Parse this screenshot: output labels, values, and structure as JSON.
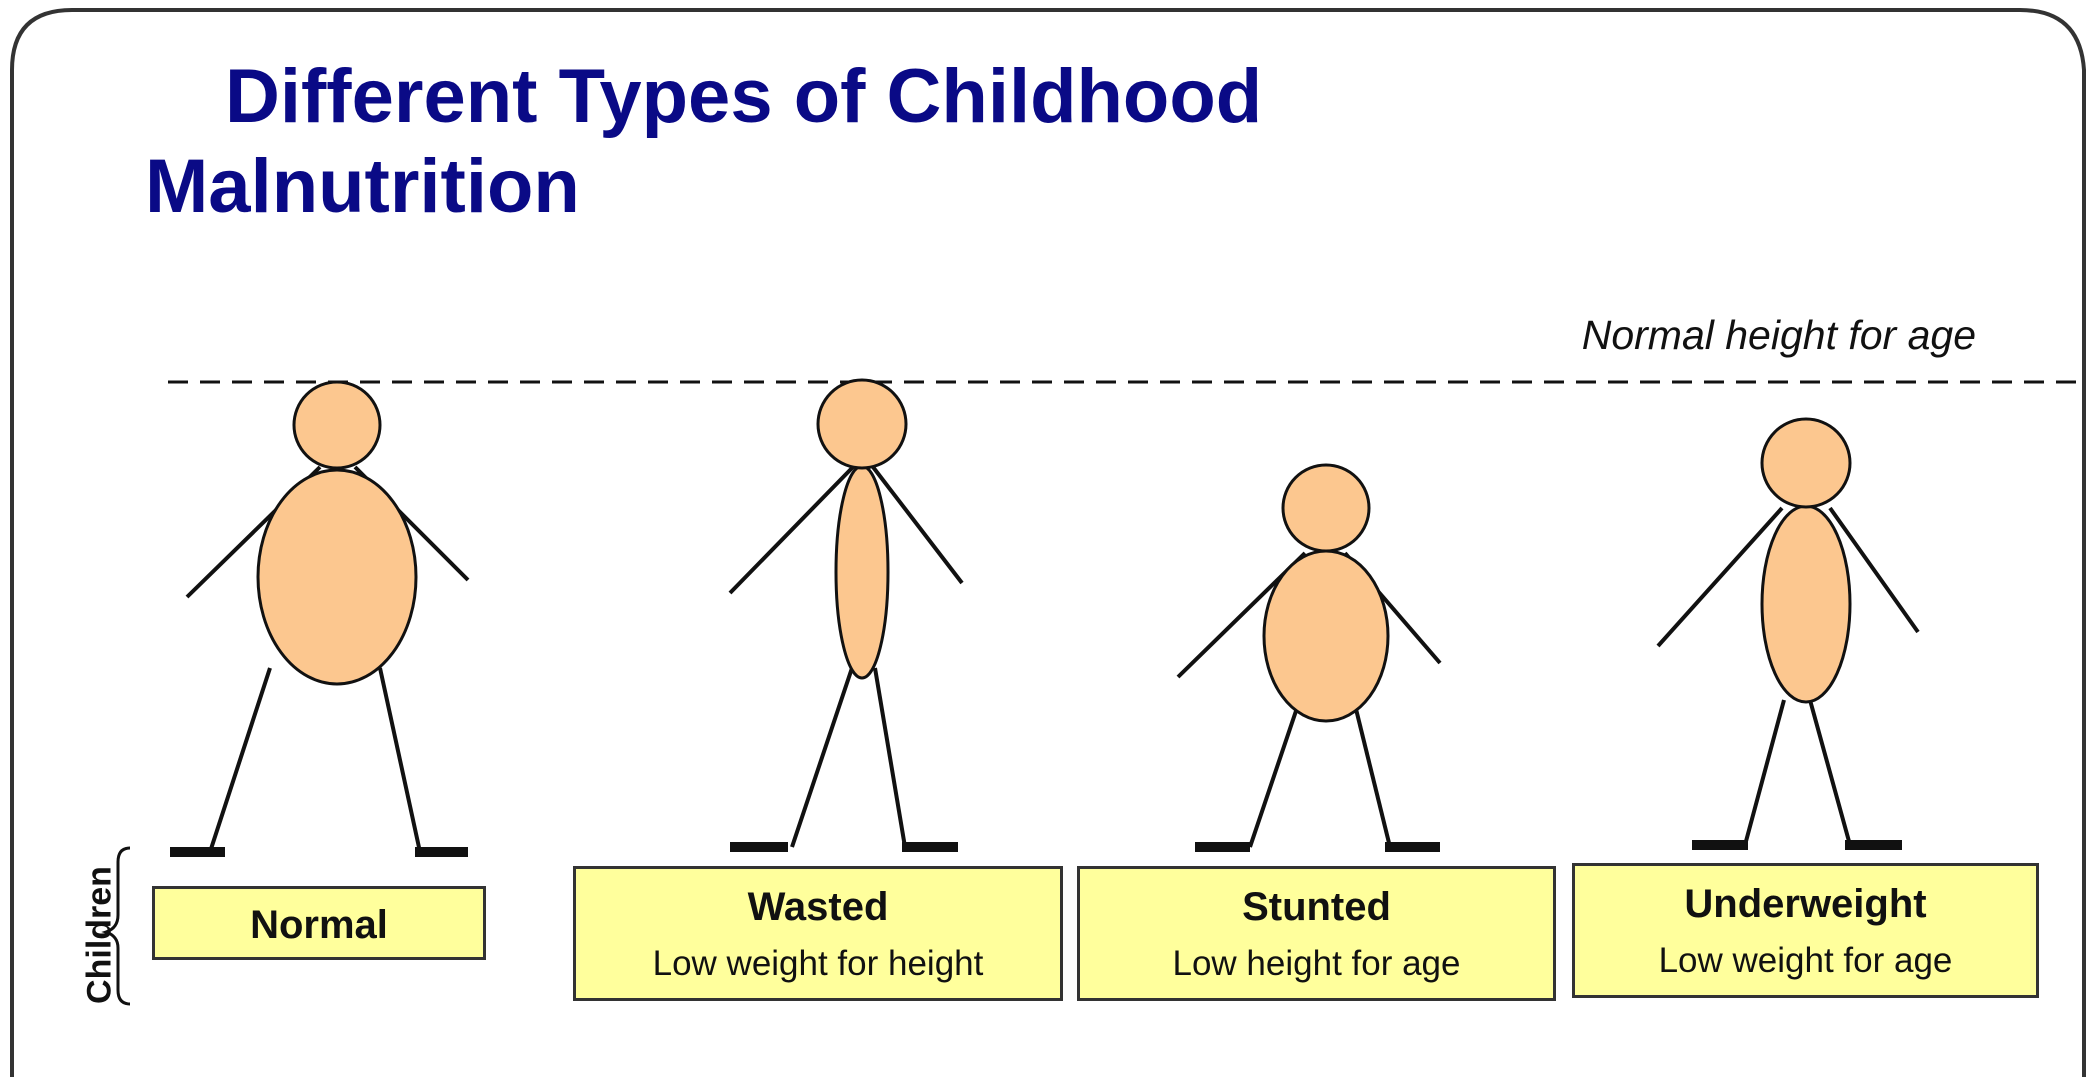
{
  "title": {
    "line1": "Different Types of Childhood",
    "line2": "Malnutrition"
  },
  "reference_line_label": "Normal height for age",
  "side_label": "Children",
  "categories": [
    {
      "name": "Normal",
      "description": ""
    },
    {
      "name": "Wasted",
      "description": "Low weight for height"
    },
    {
      "name": "Stunted",
      "description": "Low height for age"
    },
    {
      "name": "Underweight",
      "description": "Low weight for age"
    }
  ],
  "colors": {
    "title": "#0a0a86",
    "body_fill": "#fcc78f",
    "label_box": "#ffff9c",
    "outline": "#111111"
  }
}
